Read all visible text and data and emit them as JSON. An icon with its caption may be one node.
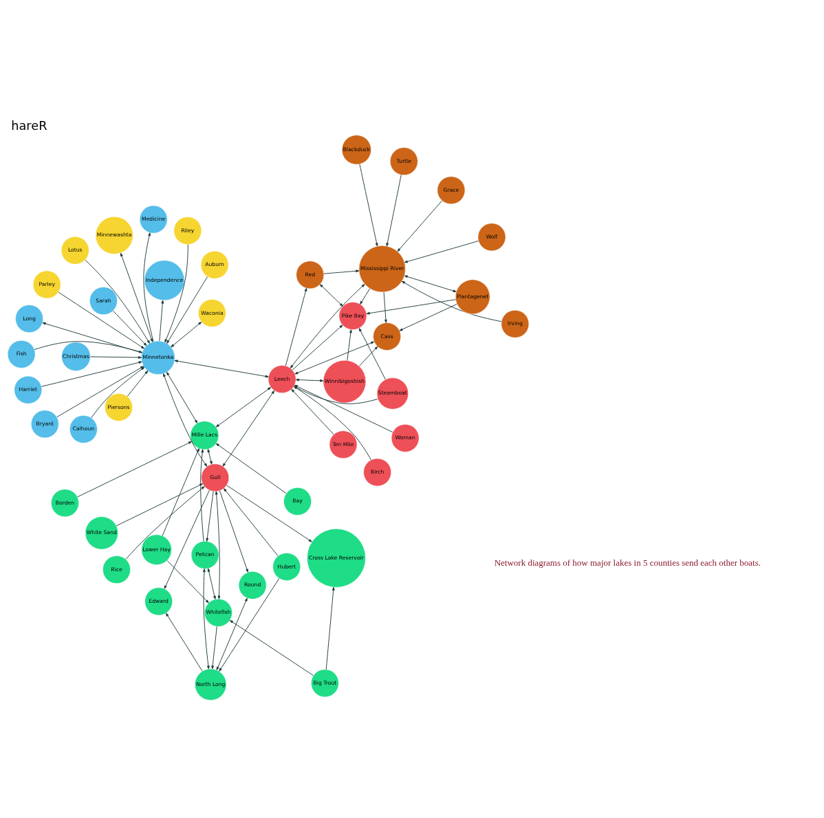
{
  "diagram": {
    "title": "hareR",
    "caption": "Network diagrams of how major lakes in 5 counties send each other boats.",
    "nodes": [
      {
        "text": [
          "Big Trout"
        ]
      },
      {
        "text": [
          "Cross Lake Reservoir"
        ]
      },
      {
        "text": [
          "Rice"
        ]
      },
      {
        "text": [
          "Edward"
        ]
      },
      {
        "text": [
          "Whitefish"
        ]
      },
      {
        "text": [
          "Borden"
        ]
      },
      {
        "text": [
          "Bay"
        ]
      },
      {
        "text": [
          "Pelican"
        ]
      },
      {
        "text": [
          "Lower Hay"
        ]
      },
      {
        "text": [
          "North Long"
        ]
      },
      {
        "text": [
          "Round"
        ]
      },
      {
        "text": [
          "Mille Lacs"
        ]
      },
      {
        "text": [
          "Gull"
        ]
      },
      {
        "text": [
          "Hubert"
        ]
      },
      {
        "text": [
          "White Sand"
        ]
      },
      {
        "text": [
          "Lotus"
        ]
      },
      {
        "text": [
          "Minnewashta"
        ]
      },
      {
        "text": [
          "Long"
        ]
      },
      {
        "text": [
          "Medicine"
        ]
      },
      {
        "text": [
          "Harriet"
        ]
      },
      {
        "text": [
          "Christmas"
        ]
      },
      {
        "text": [
          "Fish"
        ]
      },
      {
        "text": [
          "Minnetonka"
        ]
      },
      {
        "text": [
          "Parley"
        ]
      },
      {
        "text": [
          "Piersons"
        ]
      },
      {
        "text": [
          "Riley"
        ]
      },
      {
        "text": [
          "Calhoun"
        ]
      },
      {
        "text": [
          "Bryant"
        ]
      },
      {
        "text": [
          "Independence"
        ]
      },
      {
        "text": [
          "Waconia"
        ]
      },
      {
        "text": [
          "Auburn"
        ]
      },
      {
        "text": [
          "Sarah"
        ]
      },
      {
        "text": [
          "Ten Mile"
        ]
      },
      {
        "text": [
          "Birch"
        ]
      },
      {
        "text": [
          "Leech"
        ]
      },
      {
        "text": [
          "Woman"
        ]
      },
      {
        "text": [
          "Steamboat"
        ]
      },
      {
        "text": [
          "Red"
        ]
      },
      {
        "text": [
          "Winnibigoshish"
        ]
      },
      {
        "text": [
          "Pike Bay"
        ]
      },
      {
        "text": [
          "Cass"
        ]
      },
      {
        "text": [
          "Mississippi River"
        ]
      },
      {
        "text": [
          "Turtle"
        ]
      },
      {
        "text": [
          "Irving"
        ]
      },
      {
        "text": [
          "Plantagenet"
        ]
      },
      {
        "text": [
          "Grace"
        ]
      },
      {
        "text": [
          "Blackduck"
        ]
      },
      {
        "text": [
          "Wolf"
        ]
      }
    ],
    "edges": [
      {
        "from": 0,
        "to": 1,
        "arrow": "to"
      },
      {
        "from": 0,
        "to": 4,
        "arrow": "to"
      },
      {
        "from": 8,
        "to": 4,
        "arrow": "to"
      },
      {
        "from": 8,
        "to": 11,
        "arrow": "to"
      },
      {
        "from": 2,
        "to": 12,
        "arrow": "to"
      },
      {
        "from": 6,
        "to": 11,
        "arrow": "to"
      },
      {
        "from": 5,
        "to": 11,
        "arrow": "to"
      },
      {
        "from": 7,
        "to": 11,
        "arrow": "to"
      },
      {
        "from": 12,
        "to": 7,
        "arrow": "to"
      },
      {
        "from": 12,
        "to": 3,
        "arrow": "to"
      },
      {
        "from": 12,
        "to": 1,
        "arrow": "to"
      },
      {
        "from": 7,
        "to": 4,
        "arrow": "both"
      },
      {
        "from": 9,
        "to": 3,
        "arrow": "to"
      },
      {
        "from": 9,
        "to": 7,
        "arrow": "both"
      },
      {
        "from": 12,
        "to": 4,
        "arrow": "both"
      },
      {
        "from": 4,
        "to": 9,
        "arrow": "to"
      },
      {
        "from": 9,
        "to": 10,
        "arrow": "both"
      },
      {
        "from": 12,
        "to": 10,
        "arrow": "to"
      },
      {
        "from": 13,
        "to": 9,
        "arrow": "to"
      },
      {
        "from": 13,
        "to": 12,
        "arrow": "to"
      },
      {
        "from": 14,
        "to": 12,
        "arrow": "to"
      },
      {
        "from": 11,
        "to": 12,
        "arrow": "both"
      },
      {
        "from": 22,
        "to": 11,
        "arrow": "both"
      },
      {
        "from": 22,
        "to": 12,
        "arrow": "both"
      },
      {
        "from": 11,
        "to": 34,
        "arrow": "both"
      },
      {
        "from": 12,
        "to": 34,
        "arrow": "both"
      },
      {
        "from": 22,
        "to": 34,
        "arrow": "both"
      },
      {
        "from": 15,
        "to": 22,
        "arrow": "to"
      },
      {
        "from": 22,
        "to": 16,
        "arrow": "both"
      },
      {
        "from": 22,
        "to": 18,
        "arrow": "to"
      },
      {
        "from": 22,
        "to": 17,
        "arrow": "to"
      },
      {
        "from": 19,
        "to": 22,
        "arrow": "to"
      },
      {
        "from": 20,
        "to": 22,
        "arrow": "to"
      },
      {
        "from": 21,
        "to": 22,
        "arrow": "to"
      },
      {
        "from": 23,
        "to": 22,
        "arrow": "to"
      },
      {
        "from": 24,
        "to": 22,
        "arrow": "to"
      },
      {
        "from": 25,
        "to": 22,
        "arrow": "to"
      },
      {
        "from": 22,
        "to": 28,
        "arrow": "to"
      },
      {
        "from": 22,
        "to": 29,
        "arrow": "both"
      },
      {
        "from": 26,
        "to": 22,
        "arrow": "to"
      },
      {
        "from": 30,
        "to": 22,
        "arrow": "to"
      },
      {
        "from": 31,
        "to": 22,
        "arrow": "to"
      },
      {
        "from": 27,
        "to": 22,
        "arrow": "to"
      },
      {
        "from": 32,
        "to": 34,
        "arrow": "to"
      },
      {
        "from": 33,
        "to": 34,
        "arrow": "to"
      },
      {
        "from": 35,
        "to": 34,
        "arrow": "to"
      },
      {
        "from": 36,
        "to": 34,
        "arrow": "to"
      },
      {
        "from": 34,
        "to": 38,
        "arrow": "both"
      },
      {
        "from": 34,
        "to": 40,
        "arrow": "both"
      },
      {
        "from": 34,
        "to": 39,
        "arrow": "to"
      },
      {
        "from": 34,
        "to": 41,
        "arrow": "both"
      },
      {
        "from": 34,
        "to": 37,
        "arrow": "to"
      },
      {
        "from": 36,
        "to": 39,
        "arrow": "to"
      },
      {
        "from": 37,
        "to": 39,
        "arrow": "both"
      },
      {
        "from": 37,
        "to": 41,
        "arrow": "to"
      },
      {
        "from": 38,
        "to": 40,
        "arrow": "to"
      },
      {
        "from": 38,
        "to": 39,
        "arrow": "to"
      },
      {
        "from": 41,
        "to": 39,
        "arrow": "to"
      },
      {
        "from": 41,
        "to": 40,
        "arrow": "to"
      },
      {
        "from": 44,
        "to": 40,
        "arrow": "to"
      },
      {
        "from": 44,
        "to": 39,
        "arrow": "to"
      },
      {
        "from": 44,
        "to": 41,
        "arrow": "both"
      },
      {
        "from": 42,
        "to": 41,
        "arrow": "to"
      },
      {
        "from": 43,
        "to": 41,
        "arrow": "to"
      },
      {
        "from": 45,
        "to": 41,
        "arrow": "to"
      },
      {
        "from": 47,
        "to": 41,
        "arrow": "to"
      },
      {
        "from": 46,
        "to": 41,
        "arrow": "to"
      }
    ]
  }
}
